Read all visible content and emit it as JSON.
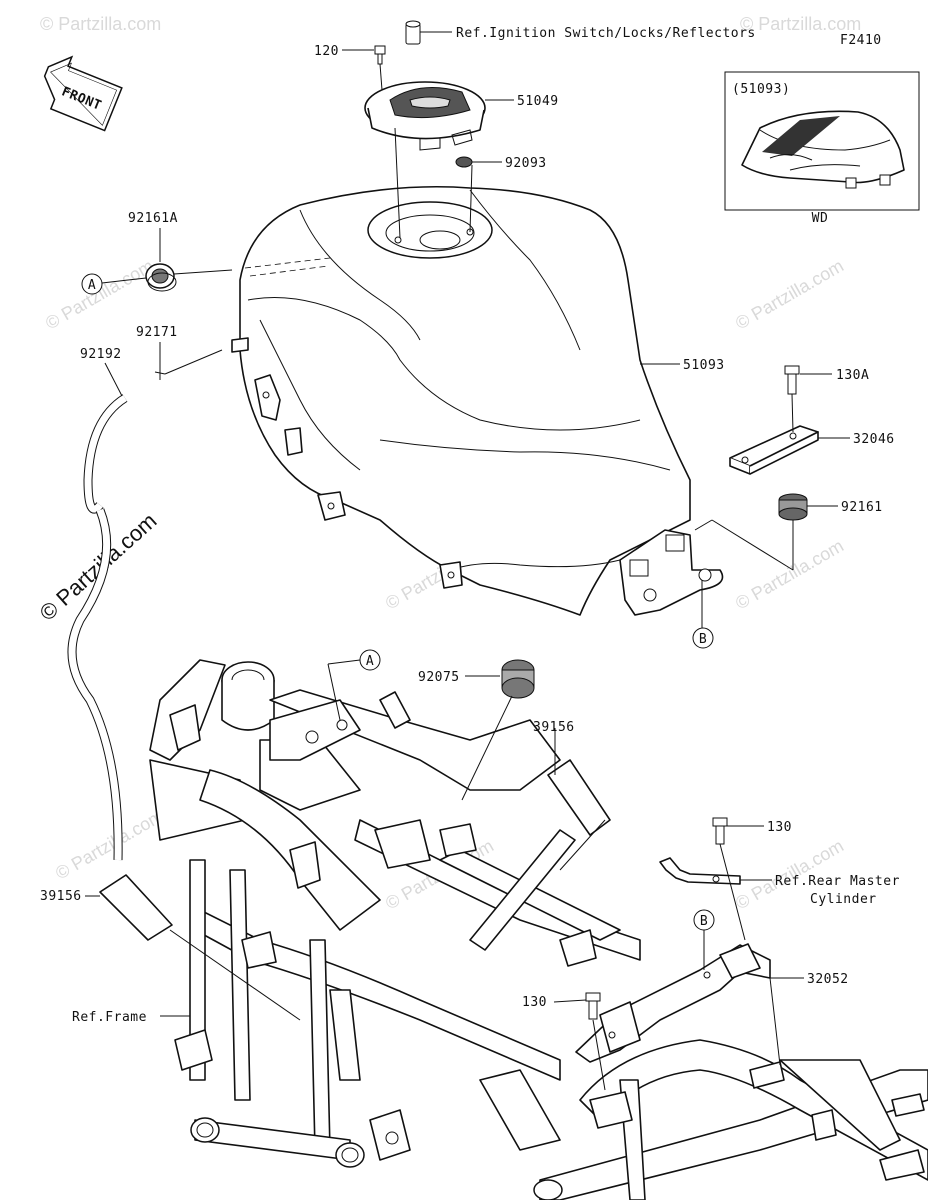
{
  "diagram": {
    "code": "F2410",
    "front_label": "FRONT",
    "inset_label": "(51093)",
    "inset_caption": "WD",
    "watermark": "© Partzilla.com",
    "callouts": {
      "ref_ignition": "Ref.Ignition Switch/Locks/Reflectors",
      "p120": "120",
      "p51049": "51049",
      "p92093": "92093",
      "p92161A": "92161A",
      "p92171": "92171",
      "p92192": "92192",
      "p51093": "51093",
      "p130A": "130A",
      "p32046": "32046",
      "p92161": "92161",
      "p92075": "92075",
      "p39156_right": "39156",
      "p39156_left": "39156",
      "p130_upper": "130",
      "ref_rear_master_1": "Ref.Rear Master",
      "ref_rear_master_2": "Cylinder",
      "p32052": "32052",
      "p130_lower": "130",
      "ref_frame": "Ref.Frame",
      "circle_a": "A",
      "circle_b": "B"
    }
  }
}
